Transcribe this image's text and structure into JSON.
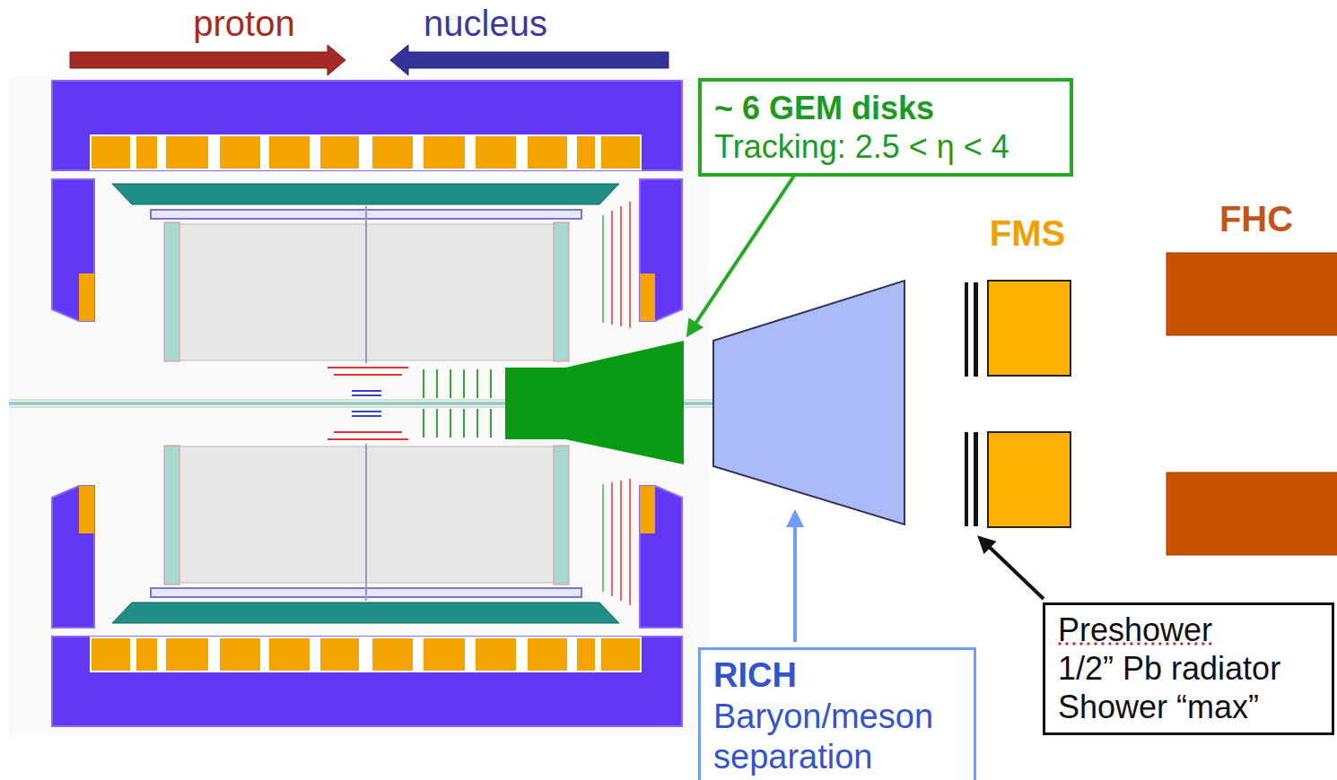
{
  "diagram": {
    "nodes": [
      {
        "text": [
          "~ 6 GEM disks",
          "Tracking: 2.5 < η < 4"
        ]
      },
      {
        "text": [
          "RICH",
          "Baryon/meson separation"
        ]
      },
      {
        "text": [
          "Preshower",
          "1/2” Pb radiator Shower “max”"
        ]
      }
    ],
    "labels": [
      "proton",
      "nucleus",
      "FMS",
      "FHC"
    ]
  }
}
